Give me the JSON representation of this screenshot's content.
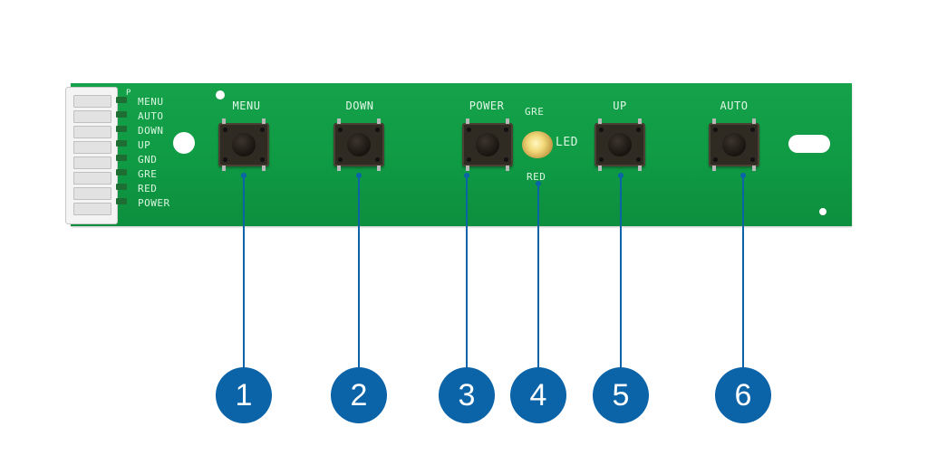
{
  "board": {
    "pin_labels": [
      "MENU",
      "AUTO",
      "DOWN",
      "UP",
      "GND",
      "GRE",
      "RED",
      "POWER"
    ],
    "connector_marker": "P"
  },
  "buttons": [
    {
      "label": "MENU"
    },
    {
      "label": "DOWN"
    },
    {
      "label": "POWER"
    },
    {
      "label": "UP"
    },
    {
      "label": "AUTO"
    }
  ],
  "led": {
    "label": "LED",
    "top_label": "GRE",
    "bottom_label": "RED"
  },
  "callouts": [
    "1",
    "2",
    "3",
    "4",
    "5",
    "6"
  ],
  "colors": {
    "pcb_green": "#10a046",
    "callout_blue": "#0b63a8"
  }
}
